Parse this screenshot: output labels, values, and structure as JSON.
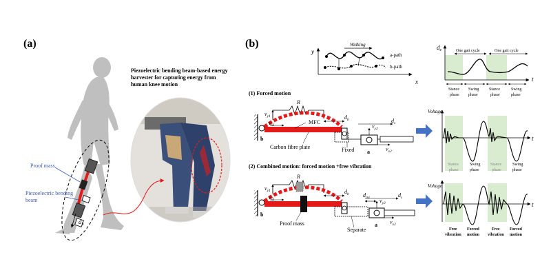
{
  "panel_a": {
    "label": "(a)",
    "title_lines": [
      "Piezoelectric bending beam-based energy",
      "harvester for capturing energy from",
      "human knee motion"
    ],
    "proof_mass": "Proof mass",
    "beam_lines": [
      "Piezoelectric bending",
      "beam"
    ],
    "db": "d",
    "db_sub": "b"
  },
  "panel_b": {
    "label": "(b)",
    "path_diagram": {
      "y": "y",
      "x": "x",
      "walking": "Walking",
      "a_path": "a-path",
      "b_path": "b-path"
    },
    "gait_chart": {
      "ylabel": "d",
      "ylabel_sub": "z",
      "t": "t",
      "cycle1": "One gait cycle",
      "cycle2": "One gait cycle",
      "phases": [
        {
          "line1": "Stance",
          "line2": "phase"
        },
        {
          "line1": "Swing",
          "line2": "phase"
        },
        {
          "line1": "Stance",
          "line2": "phase"
        },
        {
          "line1": "Swing",
          "line2": "phase"
        }
      ]
    },
    "forced": {
      "heading": "(1) Forced motion",
      "R": "R",
      "mfc": "MFC",
      "vy1": "v",
      "vy1_sub": "y1",
      "vx1": "v",
      "vx1_sub": "x1",
      "b": "b",
      "a": "a",
      "carbon": "Carbon fibre plate",
      "fixed": "Fixed",
      "db": "d",
      "db_sub": "b",
      "vy2": "v",
      "vy2_sub": "y2",
      "ds": "d",
      "ds_sub": "s",
      "vx2": "v",
      "vx2_sub": "x2"
    },
    "voltage1": {
      "ylabel": "Voltage",
      "t": "t",
      "phases": [
        {
          "line1": "Stance",
          "line2": "phase"
        },
        {
          "line1": "Swing",
          "line2": "phase"
        },
        {
          "line1": "Stance",
          "line2": "phase"
        },
        {
          "line1": "Swing",
          "line2": "phase"
        }
      ]
    },
    "combined": {
      "heading": "(2) Combined motion: forced motion +free vibration",
      "R": "R",
      "vy1": "v",
      "vy1_sub": "y1",
      "vx1": "v",
      "vx1_sub": "x1",
      "b": "b",
      "a": "a",
      "proof_mass": "Proof mass",
      "separate": "Separate",
      "db": "d",
      "db_sub": "b",
      "dini": "d",
      "dini_sub": "ini",
      "vy2": "v",
      "vy2_sub": "y2",
      "ds": "d",
      "ds_sub": "s",
      "vx2": "v",
      "vx2_sub": "x2"
    },
    "voltage2": {
      "ylabel": "Voltage",
      "t": "t",
      "phases": [
        {
          "line1": "Free",
          "line2": "vibration"
        },
        {
          "line1": "Forced",
          "line2": "motion"
        },
        {
          "line1": "Free",
          "line2": "vibration"
        },
        {
          "line1": "Forced",
          "line2": "motion"
        }
      ]
    }
  },
  "colors": {
    "red": "#e31a1a",
    "green_band": "#d9ecd0",
    "arrow_blue": "#4472c4",
    "silhouette": "#bfbfbf",
    "label_blue": "#3b5bb5"
  }
}
